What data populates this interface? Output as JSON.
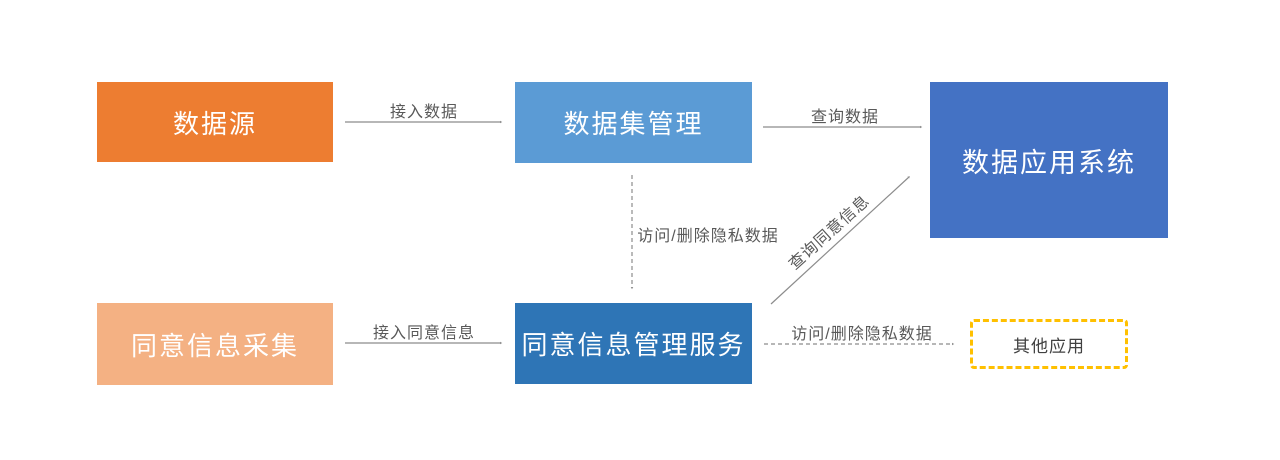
{
  "diagram": {
    "nodes": {
      "data_source": {
        "label": "数据源",
        "color": "#ED7D31",
        "text_color": "#FFFFFF",
        "shape": "solid-rect"
      },
      "dataset_management": {
        "label": "数据集管理",
        "color": "#5B9BD5",
        "text_color": "#FFFFFF",
        "shape": "solid-rect"
      },
      "data_application_system": {
        "label": "数据应用系统",
        "color": "#4472C4",
        "text_color": "#FFFFFF",
        "shape": "solid-rect"
      },
      "consent_collection": {
        "label": "同意信息采集",
        "color": "#F4B183",
        "text_color": "#FFFFFF",
        "shape": "solid-rect"
      },
      "consent_management_service": {
        "label": "同意信息管理服务",
        "color": "#2E75B6",
        "text_color": "#FFFFFF",
        "shape": "solid-rect"
      },
      "other_applications": {
        "label": "其他应用",
        "color": "#FFFFFF",
        "border_color": "#FFC000",
        "text_color": "#404040",
        "shape": "dashed-rect"
      }
    },
    "edges": {
      "ingest_data": {
        "label": "接入数据",
        "from": "data_source",
        "to": "dataset_management",
        "line": "solid"
      },
      "query_data": {
        "label": "查询数据",
        "from": "dataset_management",
        "to": "data_application_system",
        "line": "solid"
      },
      "access_delete_private_internal": {
        "label": "访问/删除隐私数据",
        "from": "dataset_management",
        "to": "consent_management_service",
        "line": "dashed"
      },
      "ingest_consent": {
        "label": "接入同意信息",
        "from": "consent_collection",
        "to": "consent_management_service",
        "line": "solid"
      },
      "query_consent": {
        "label": "查询同意信息",
        "from": "consent_management_service",
        "to": "data_application_system",
        "line": "solid"
      },
      "access_delete_private_external": {
        "label": "访问/删除隐私数据",
        "from": "consent_management_service",
        "to": "other_applications",
        "line": "dashed"
      }
    },
    "colors": {
      "arrow_line": "#8C8C8C",
      "edge_label_text": "#595959",
      "background": "#FFFFFF"
    }
  }
}
